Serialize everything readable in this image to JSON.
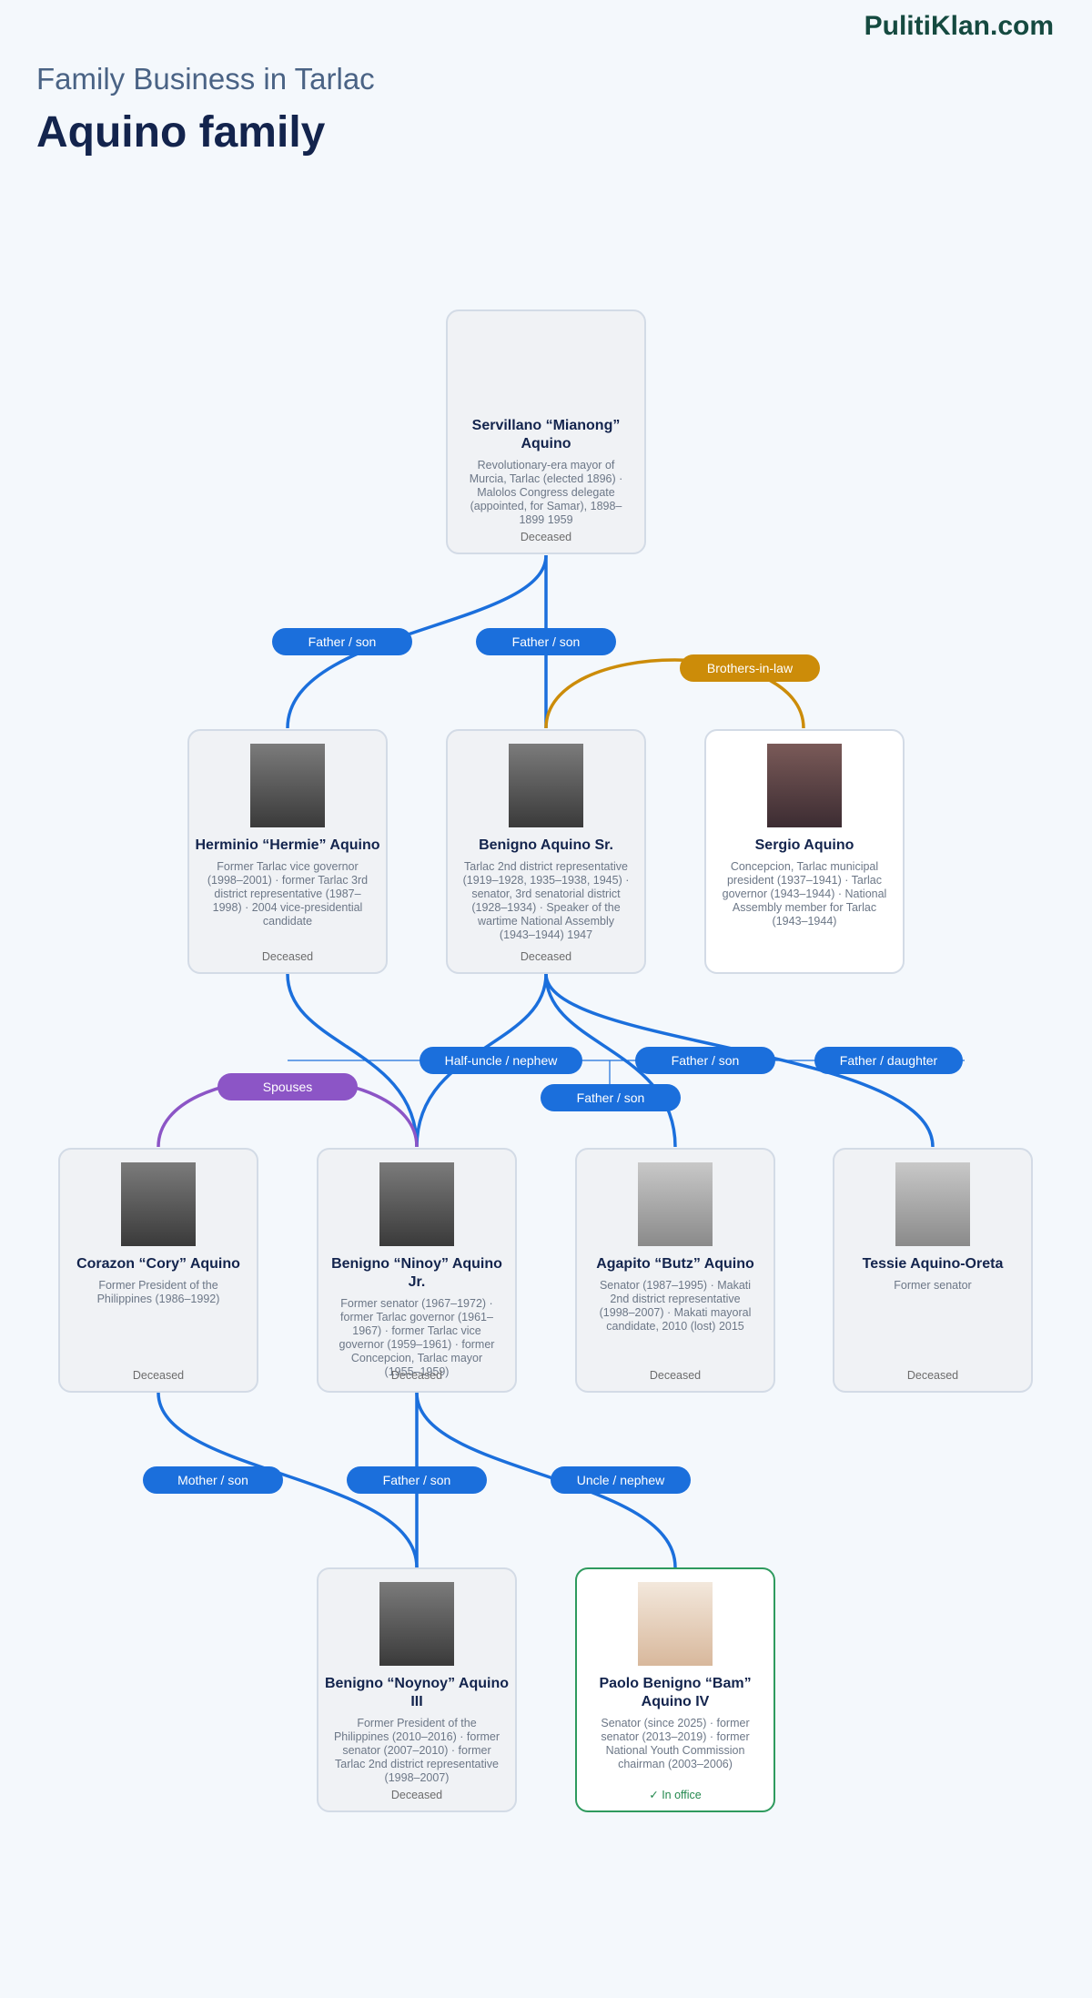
{
  "brand": "PulitiKlan.com",
  "subtitle": "Family Business in Tarlac",
  "title": "Aquino family",
  "relations": {
    "servillano_hermie": "Father / son",
    "servillano_benigno_sr": "Father / son",
    "brothers_in_law": "Brothers-in-law",
    "half_uncle_nephew": "Half-uncle / nephew",
    "sr_butz": "Father / son",
    "sr_ninoy": "Father / son",
    "sr_tessie": "Father / daughter",
    "spouses": "Spouses",
    "cory_noynoy": "Mother / son",
    "ninoy_noynoy": "Father / son",
    "uncle_nephew": "Uncle / nephew"
  },
  "people": {
    "servillano": {
      "name": "Servillano “Mianong” Aquino",
      "desc": "Revolutionary-era mayor of Murcia, Tarlac (elected 1896) · Malolos Congress delegate (appointed, for Samar), 1898–1899 1959",
      "status": "Deceased"
    },
    "hermie": {
      "name": "Herminio “Hermie” Aquino",
      "desc": "Former Tarlac vice governor (1998–2001) · former Tarlac 3rd district representative (1987–1998) · 2004 vice-presidential candidate",
      "status": "Deceased"
    },
    "benigno_sr": {
      "name": "Benigno Aquino Sr.",
      "desc": "Tarlac 2nd district representative (1919–1928, 1935–1938, 1945) · senator, 3rd senatorial district (1928–1934) · Speaker of the wartime National Assembly (1943–1944) 1947",
      "status": "Deceased"
    },
    "sergio": {
      "name": "Sergio Aquino",
      "desc": "Concepcion, Tarlac municipal president (1937–1941) · Tarlac governor (1943–1944) · National Assembly member for Tarlac (1943–1944)",
      "status": ""
    },
    "cory": {
      "name": "Corazon “Cory” Aquino",
      "desc": "Former President of the Philippines (1986–1992)",
      "status": "Deceased"
    },
    "ninoy": {
      "name": "Benigno “Ninoy” Aquino Jr.",
      "desc": "Former senator (1967–1972) · former Tarlac governor (1961–1967) · former Tarlac vice governor (1959–1961) · former Concepcion, Tarlac mayor (1955–1959)",
      "status": "Deceased"
    },
    "butz": {
      "name": "Agapito “Butz” Aquino",
      "desc": "Senator (1987–1995) · Makati 2nd district representative (1998–2007) · Makati mayoral candidate, 2010 (lost) 2015",
      "status": "Deceased"
    },
    "tessie": {
      "name": "Tessie Aquino-Oreta",
      "desc": "Former senator",
      "status": "Deceased"
    },
    "noynoy": {
      "name": "Benigno “Noynoy” Aquino III",
      "desc": "Former President of the Philippines (2010–2016) · former senator (2007–2010) · former Tarlac 2nd district representative (1998–2007)",
      "status": "Deceased"
    },
    "bam": {
      "name": "Paolo Benigno “Bam” Aquino IV",
      "desc": "Senator (since 2025) · former senator (2013–2019) · former National Youth Commission chairman (2003–2006)",
      "status": "✓ In office"
    }
  },
  "colors": {
    "link": "#1b6fdc",
    "spouse": "#8c55c6",
    "in_law": "#cc8c09",
    "active_border": "#2e9a5e"
  }
}
